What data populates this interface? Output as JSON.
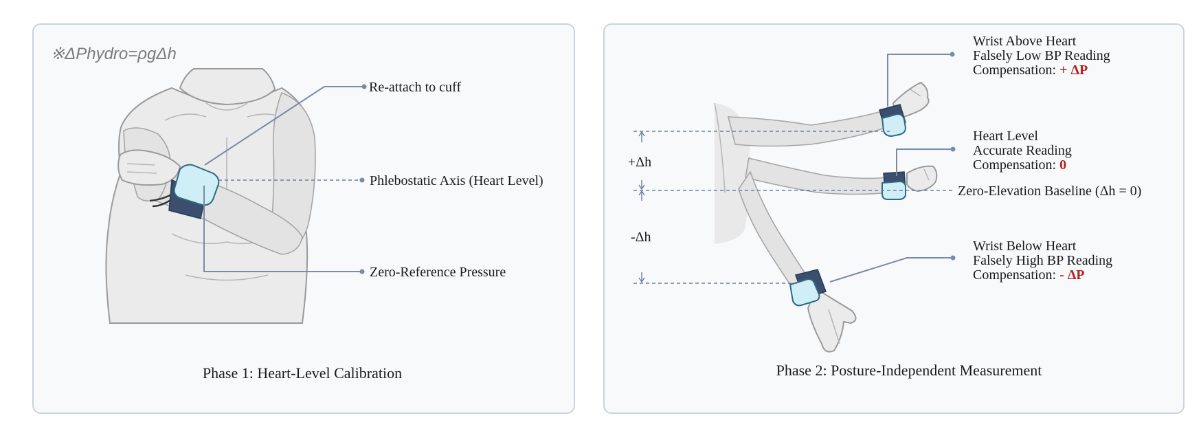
{
  "panel1": {
    "formula": "※ΔPhydro=ρgΔh",
    "label_reattach": "Re-attach to cuff",
    "label_axis": "Phlebostatic Axis (Heart Level)",
    "label_zero_ref": "Zero-Reference Pressure",
    "caption": "Phase 1: Heart-Level Calibration"
  },
  "panel2": {
    "above": {
      "l1": "Wrist Above Heart",
      "l2": "Falsely Low BP Reading",
      "l3_prefix": "Compensation: ",
      "l3_value": "+ ΔP"
    },
    "heart": {
      "l1": "Heart Level",
      "l2": "Accurate Reading",
      "l3_prefix": "Compensation: ",
      "l3_value": "0"
    },
    "below": {
      "l1": "Wrist Below Heart",
      "l2": "Falsely High BP Reading",
      "l3_prefix": "Compensation: ",
      "l3_value": "- ΔP"
    },
    "baseline": "Zero-Elevation Baseline (Δh = 0)",
    "plus_dh": "+Δh",
    "minus_dh": "-Δh",
    "caption": "Phase 2: Posture-Independent Measurement"
  },
  "colors": {
    "accent_red": "#b22222",
    "cuff_dark": "#3b4e6e",
    "cuff_light": "#cfeef6",
    "leader": "#7b8aa8",
    "panel_border": "#c8d3df"
  }
}
